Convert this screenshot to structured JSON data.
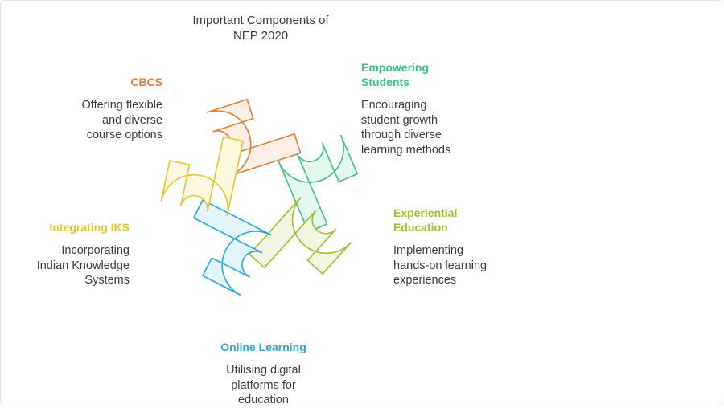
{
  "title": "Important Components of\nNEP 2020",
  "components": [
    {
      "id": "cbcs",
      "heading": "CBCS",
      "description": "Offering flexible\nand diverse\ncourse options",
      "color": "#d9813a",
      "fill": "#fbeee4"
    },
    {
      "id": "empowering",
      "heading": "Empowering\nStudents",
      "description": "Encouraging\nstudent growth\nthrough diverse\nlearning methods",
      "color": "#3dbf86",
      "fill": "#e4f7ee"
    },
    {
      "id": "experiential",
      "heading": "Experiential\nEducation",
      "description": "Implementing\nhands-on learning\nexperiences",
      "color": "#9cbf2e",
      "fill": "#f1f6e2"
    },
    {
      "id": "online",
      "heading": "Online Learning",
      "description": "Utilising digital\nplatforms for\neducation",
      "color": "#28a9d9",
      "fill": "#e3f4fb"
    },
    {
      "id": "iks",
      "heading": "Integrating IKS",
      "description": "Incorporating\nIndian Knowledge\nSystems",
      "color": "#e3c62e",
      "fill": "#fcf7dd"
    }
  ]
}
